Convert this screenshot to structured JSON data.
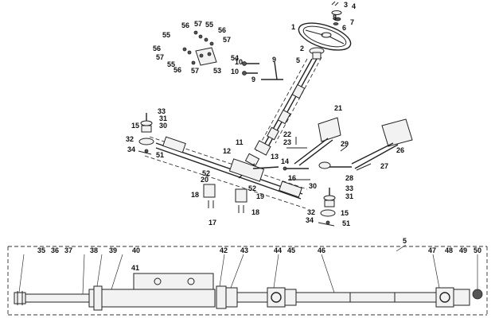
{
  "upper_callouts": [
    {
      "id": "c1",
      "text": "1"
    },
    {
      "id": "c2",
      "text": "2"
    },
    {
      "id": "c3",
      "text": "3"
    },
    {
      "id": "c4",
      "text": "4"
    },
    {
      "id": "c5",
      "text": "5"
    },
    {
      "id": "c6",
      "text": "6"
    },
    {
      "id": "c7",
      "text": "7"
    },
    {
      "id": "c8",
      "text": "8"
    },
    {
      "id": "c9a",
      "text": "9"
    },
    {
      "id": "c9b",
      "text": "9"
    },
    {
      "id": "c10a",
      "text": "10"
    },
    {
      "id": "c10b",
      "text": "10"
    },
    {
      "id": "c11",
      "text": "11"
    },
    {
      "id": "c12",
      "text": "12"
    },
    {
      "id": "c13",
      "text": "13"
    },
    {
      "id": "c14",
      "text": "14"
    },
    {
      "id": "c15a",
      "text": "15"
    },
    {
      "id": "c15b",
      "text": "15"
    },
    {
      "id": "c16",
      "text": "16"
    },
    {
      "id": "c17",
      "text": "17"
    },
    {
      "id": "c18a",
      "text": "18"
    },
    {
      "id": "c18b",
      "text": "18"
    },
    {
      "id": "c19",
      "text": "19"
    },
    {
      "id": "c20",
      "text": "20"
    },
    {
      "id": "c21",
      "text": "21"
    },
    {
      "id": "c22",
      "text": "22"
    },
    {
      "id": "c23",
      "text": "23"
    },
    {
      "id": "c26",
      "text": "26"
    },
    {
      "id": "c27",
      "text": "27"
    },
    {
      "id": "c28",
      "text": "28"
    },
    {
      "id": "c29",
      "text": "29"
    },
    {
      "id": "c30a",
      "text": "30"
    },
    {
      "id": "c30b",
      "text": "30"
    },
    {
      "id": "c31a",
      "text": "31"
    },
    {
      "id": "c31b",
      "text": "31"
    },
    {
      "id": "c32a",
      "text": "32"
    },
    {
      "id": "c32b",
      "text": "32"
    },
    {
      "id": "c33a",
      "text": "33"
    },
    {
      "id": "c33b",
      "text": "33"
    },
    {
      "id": "c34a",
      "text": "34"
    },
    {
      "id": "c34b",
      "text": "34"
    },
    {
      "id": "c51a",
      "text": "51"
    },
    {
      "id": "c51b",
      "text": "51"
    },
    {
      "id": "c52a",
      "text": "52"
    },
    {
      "id": "c52b",
      "text": "52"
    },
    {
      "id": "c53",
      "text": "53"
    },
    {
      "id": "c54",
      "text": "54"
    },
    {
      "id": "c55a",
      "text": "55"
    },
    {
      "id": "c55b",
      "text": "55"
    },
    {
      "id": "c55c",
      "text": "55"
    },
    {
      "id": "c56a",
      "text": "56"
    },
    {
      "id": "c56b",
      "text": "56"
    },
    {
      "id": "c56c",
      "text": "56"
    },
    {
      "id": "c56d",
      "text": "56"
    },
    {
      "id": "c57a",
      "text": "57"
    },
    {
      "id": "c57b",
      "text": "57"
    },
    {
      "id": "c57c",
      "text": "57"
    },
    {
      "id": "c57d",
      "text": "57"
    }
  ],
  "lower_callouts": [
    {
      "id": "l35",
      "text": "35"
    },
    {
      "id": "l36",
      "text": "36"
    },
    {
      "id": "l37",
      "text": "37"
    },
    {
      "id": "l38",
      "text": "38"
    },
    {
      "id": "l39",
      "text": "39"
    },
    {
      "id": "l40",
      "text": "40"
    },
    {
      "id": "l41",
      "text": "41"
    },
    {
      "id": "l42",
      "text": "42"
    },
    {
      "id": "l43",
      "text": "43"
    },
    {
      "id": "l44",
      "text": "44"
    },
    {
      "id": "l45",
      "text": "45"
    },
    {
      "id": "l46",
      "text": "46"
    },
    {
      "id": "l47",
      "text": "47"
    },
    {
      "id": "l48",
      "text": "48"
    },
    {
      "id": "l49",
      "text": "49"
    },
    {
      "id": "l50",
      "text": "50"
    }
  ],
  "assembly_label": "5"
}
